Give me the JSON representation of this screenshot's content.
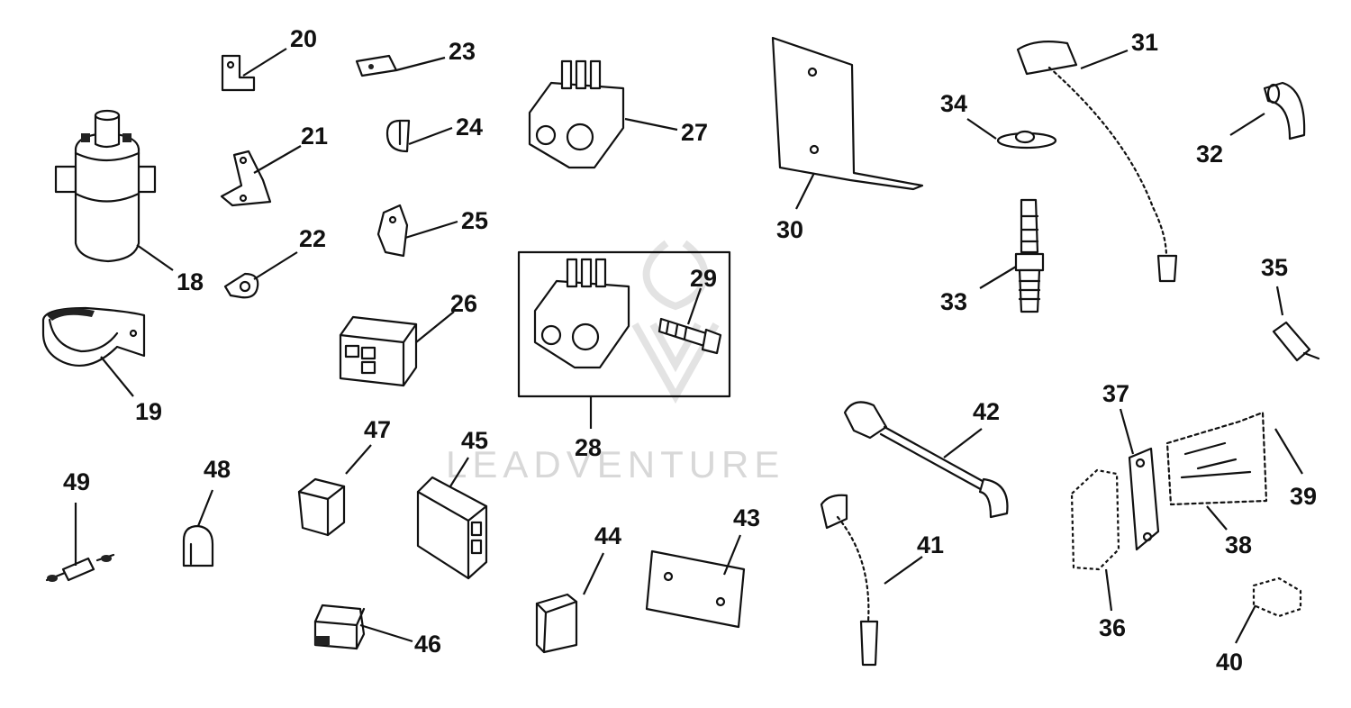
{
  "watermark": {
    "text": "LEADVENTURE"
  },
  "callouts": [
    {
      "id": "18",
      "label": "18"
    },
    {
      "id": "19",
      "label": "19"
    },
    {
      "id": "20",
      "label": "20"
    },
    {
      "id": "21",
      "label": "21"
    },
    {
      "id": "22",
      "label": "22"
    },
    {
      "id": "23",
      "label": "23"
    },
    {
      "id": "24",
      "label": "24"
    },
    {
      "id": "25",
      "label": "25"
    },
    {
      "id": "26",
      "label": "26"
    },
    {
      "id": "27",
      "label": "27"
    },
    {
      "id": "28",
      "label": "28"
    },
    {
      "id": "29",
      "label": "29"
    },
    {
      "id": "30",
      "label": "30"
    },
    {
      "id": "31",
      "label": "31"
    },
    {
      "id": "32",
      "label": "32"
    },
    {
      "id": "33",
      "label": "33"
    },
    {
      "id": "34",
      "label": "34"
    },
    {
      "id": "35",
      "label": "35"
    },
    {
      "id": "36",
      "label": "36"
    },
    {
      "id": "37",
      "label": "37"
    },
    {
      "id": "38",
      "label": "38"
    },
    {
      "id": "39",
      "label": "39"
    },
    {
      "id": "40",
      "label": "40"
    },
    {
      "id": "41",
      "label": "41"
    },
    {
      "id": "42",
      "label": "42"
    },
    {
      "id": "43",
      "label": "43"
    },
    {
      "id": "44",
      "label": "44"
    },
    {
      "id": "45",
      "label": "45"
    },
    {
      "id": "46",
      "label": "46"
    },
    {
      "id": "47",
      "label": "47"
    },
    {
      "id": "48",
      "label": "48"
    },
    {
      "id": "49",
      "label": "49"
    }
  ]
}
